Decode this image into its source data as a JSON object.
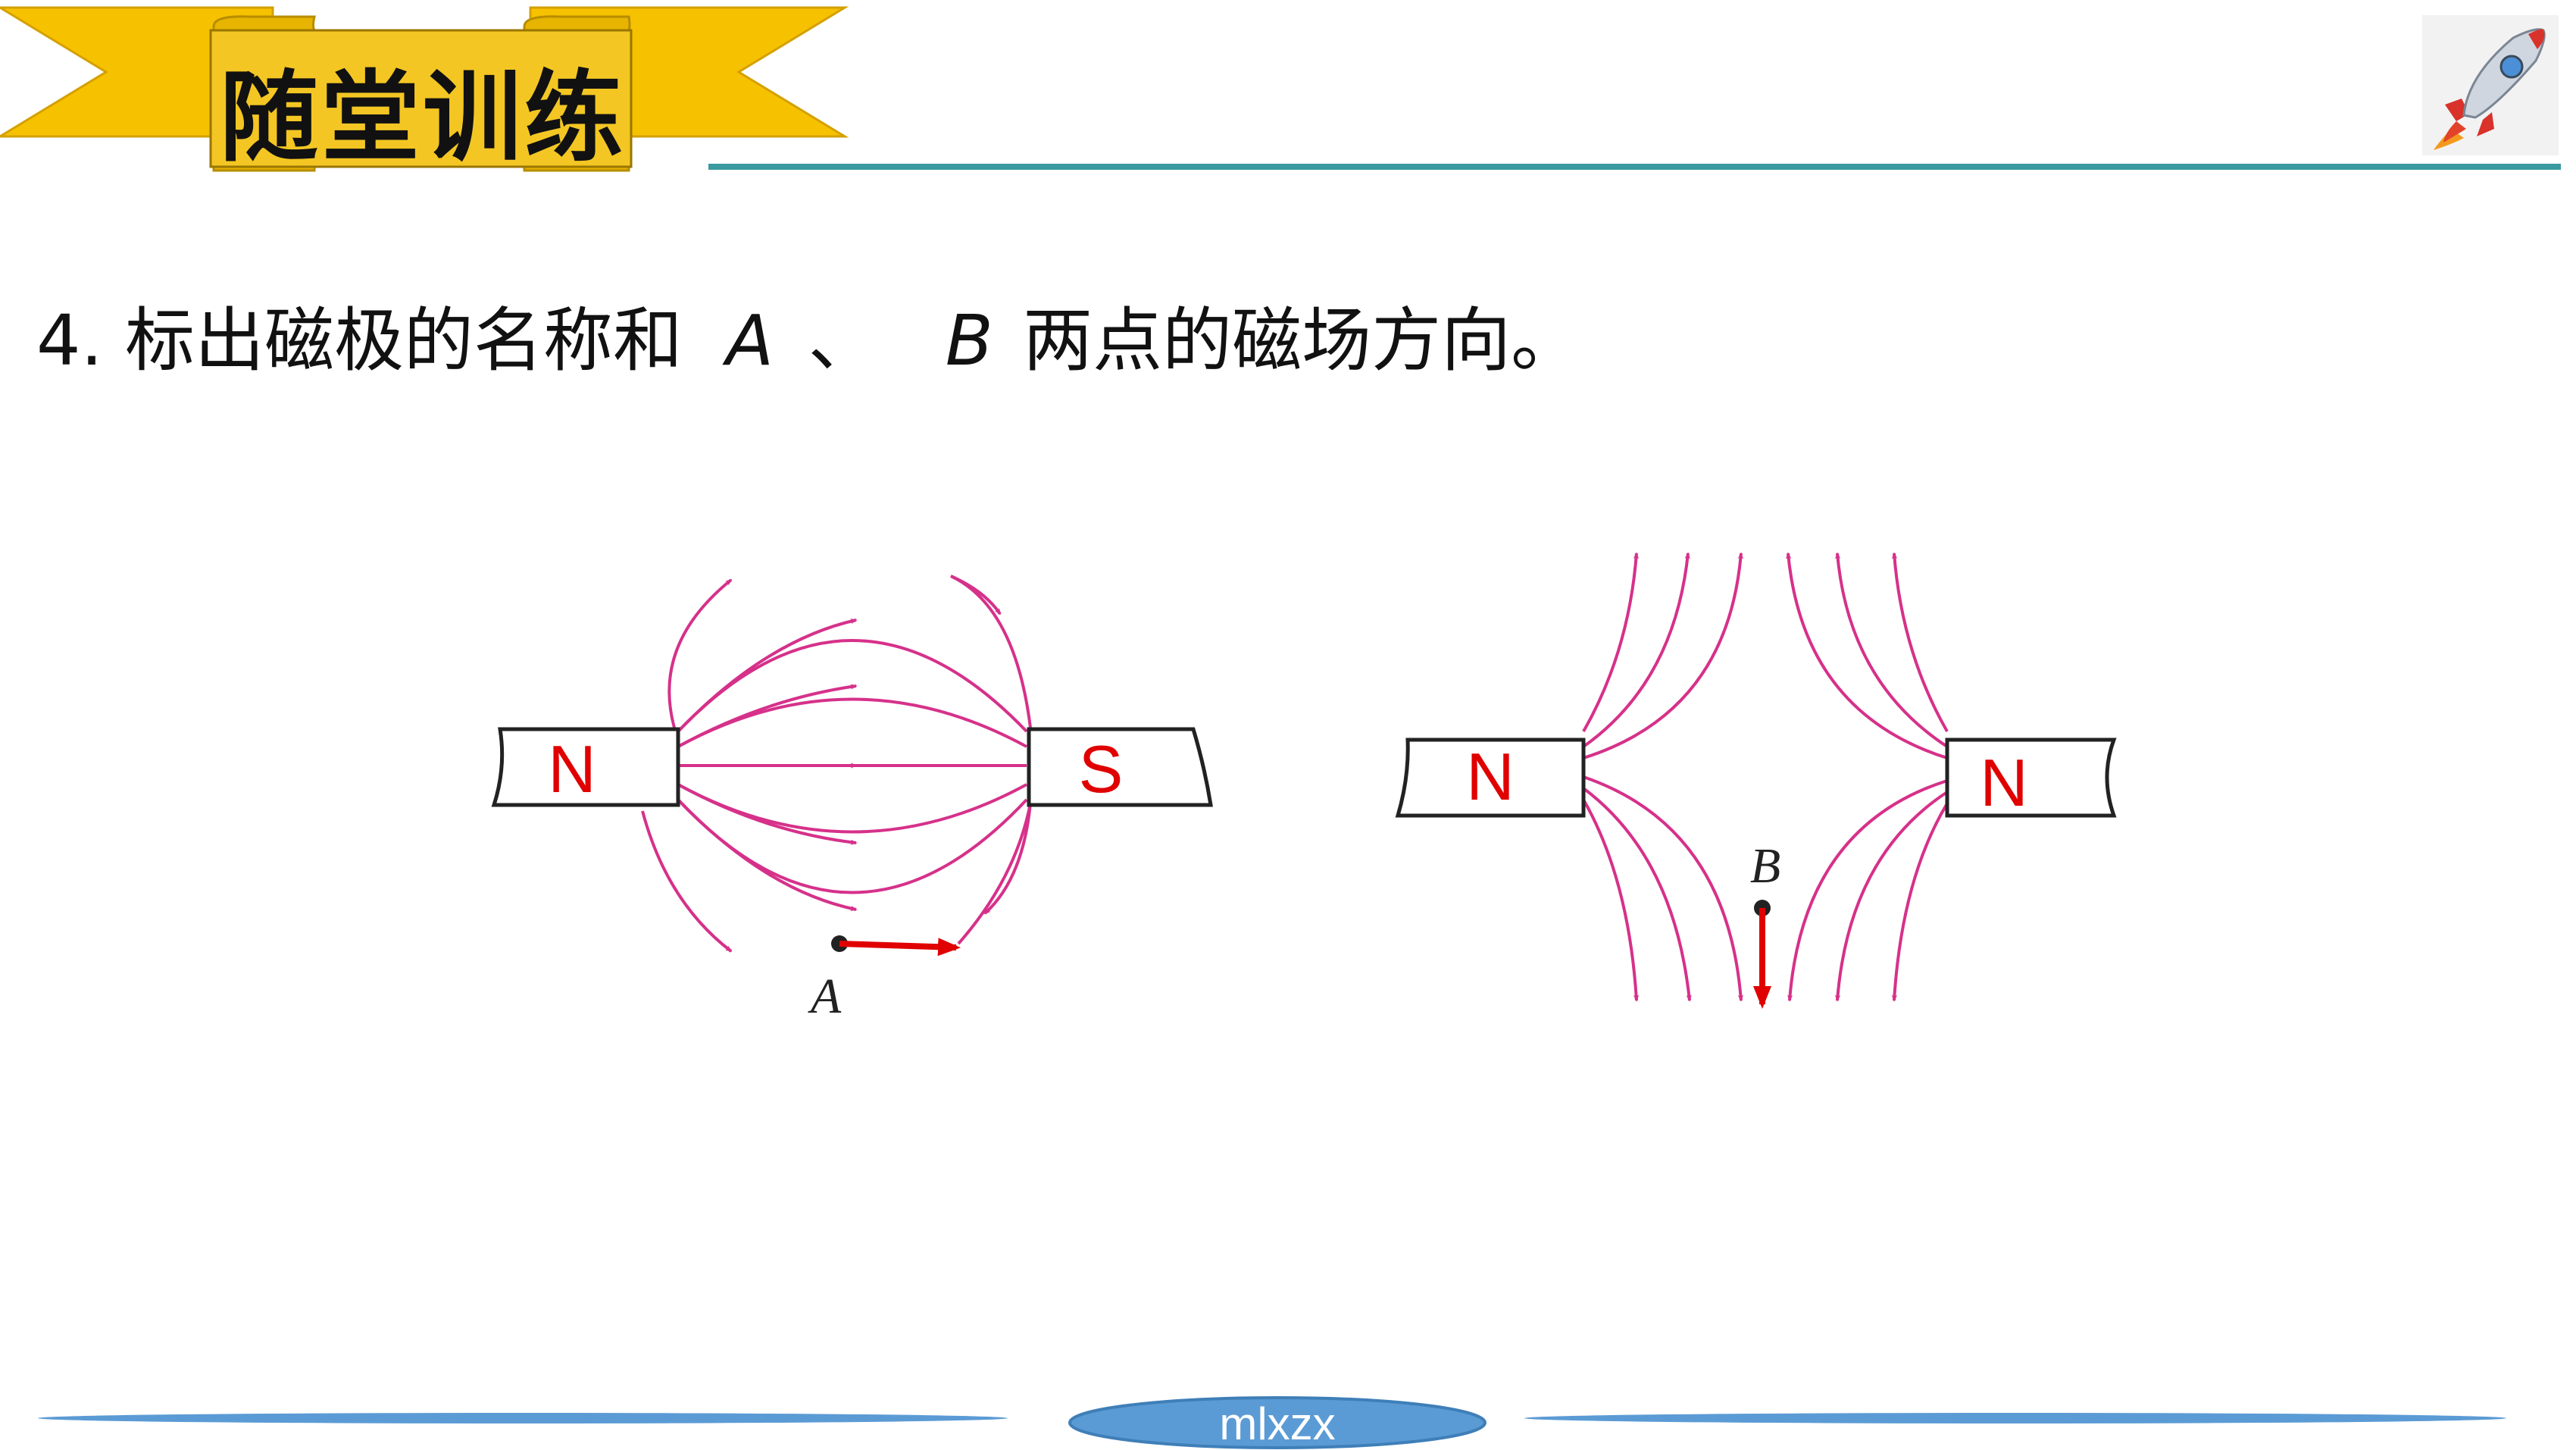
{
  "header": {
    "banner_title": "随堂训练",
    "banner_colors": {
      "ribbon": "#f6c200",
      "plate": "#f0c419"
    },
    "rule_color": "#3a9a9f",
    "corner_icon": "rocket-icon"
  },
  "question": {
    "number": "4.",
    "text_1": "标出磁极的名称和",
    "var_a": "A",
    "sep": "、",
    "var_b": "B",
    "text_2": "两点的磁场方向。"
  },
  "diagram_1": {
    "left_pole": "N",
    "right_pole": "S",
    "point_label": "A",
    "field_line_color": "#d6318a",
    "answer_color": "#e00000"
  },
  "diagram_2": {
    "left_pole": "N",
    "right_pole": "N",
    "point_label": "B",
    "field_line_color": "#d6318a",
    "answer_color": "#e00000"
  },
  "footer": {
    "label": "mlxzx",
    "color": "#5b9bd5"
  }
}
